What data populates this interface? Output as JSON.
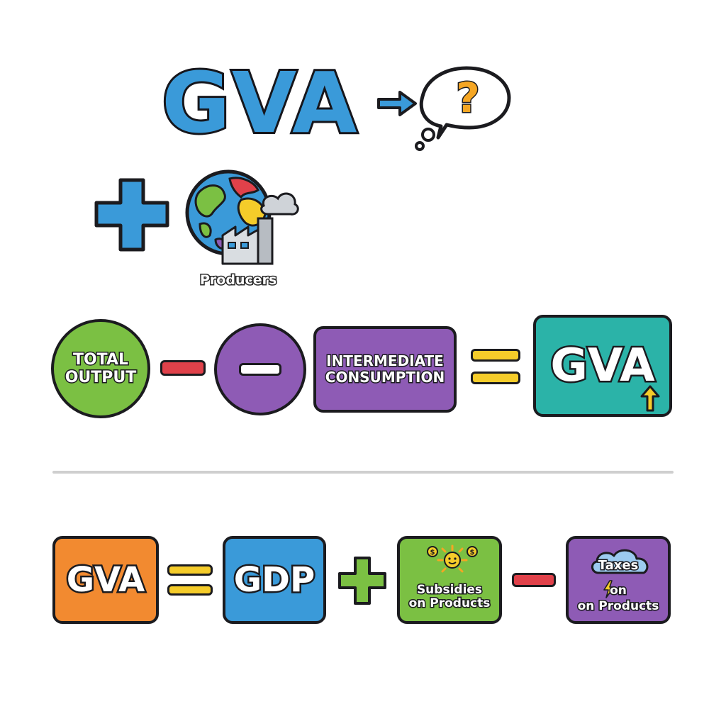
{
  "header": {
    "title": "GVA",
    "question_mark": "?"
  },
  "producers": {
    "label": "Producers"
  },
  "equation1": {
    "total_output": "TOTAL\nOUTPUT",
    "intermediate_consumption": "INTERMEDIATE\nCONSUMPTION",
    "result": "GVA"
  },
  "equation2": {
    "gva": "GVA",
    "gdp": "GDP",
    "subsidies": "Subsidies\non Products",
    "taxes_top": "Taxes",
    "taxes_bottom": "on\non Products"
  },
  "colors": {
    "blue": "#3a9ad9",
    "green": "#7bc043",
    "purple": "#8e5bb5",
    "teal": "#2bb3a8",
    "orange": "#f28a30",
    "red": "#e0414a",
    "yellow": "#f5cc2a"
  }
}
